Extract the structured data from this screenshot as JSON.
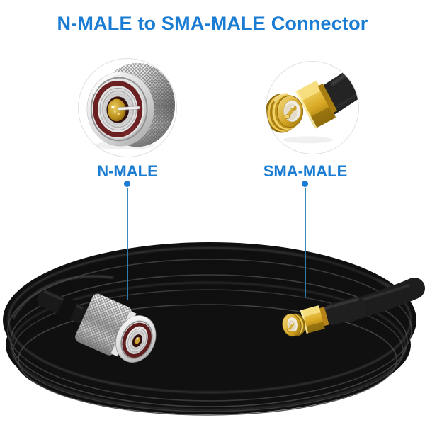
{
  "header": {
    "title": "N-MALE to SMA-MALE Connector"
  },
  "callouts": {
    "n_male": {
      "label": "N-MALE",
      "icon": "n-male-connector-closeup"
    },
    "sma_male": {
      "label": "SMA-MALE",
      "icon": "sma-male-connector-closeup"
    }
  },
  "colors": {
    "accent-blue": "#1a7cd2",
    "pointer-blue": "#2e84b4",
    "background": "#ffffff",
    "cable-black": "#101010",
    "connector-silver": "#c9c9c9",
    "connector-gold": "#d8a823",
    "insulator-maroon": "#6b2121"
  }
}
